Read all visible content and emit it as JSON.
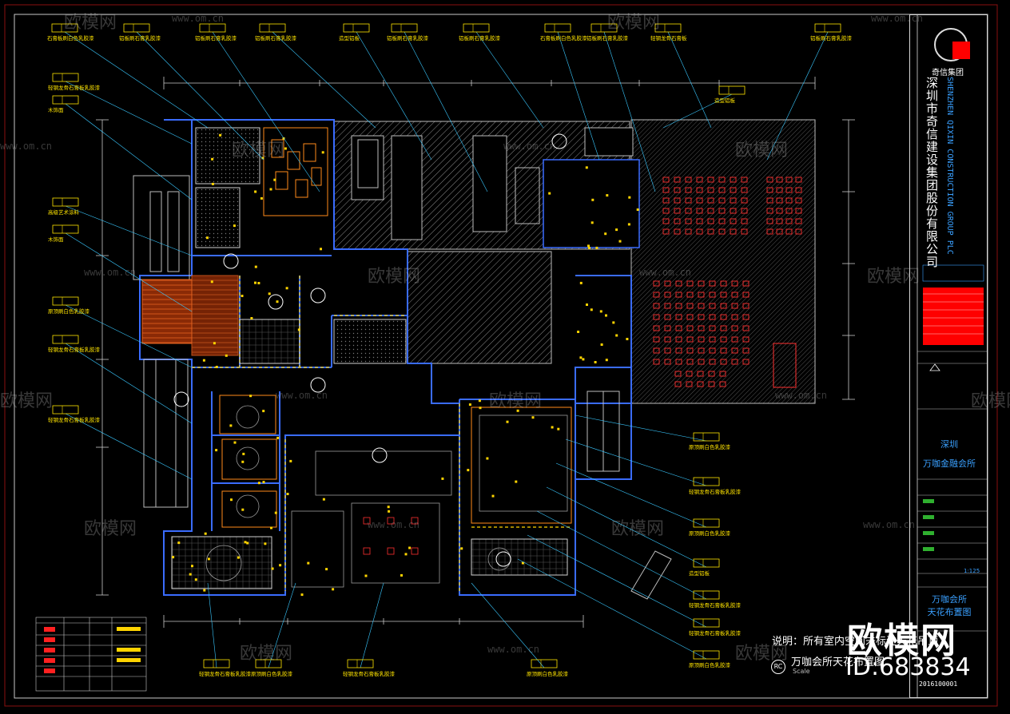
{
  "titleblock": {
    "logo_name": "奇信集团",
    "company_cn": "深圳市奇信建设集团股份有限公司",
    "company_en": "SHENZHEN QIXIN CONSTRUCTION GROUP PLC",
    "project_city": "深圳",
    "project_name": "万咖金融会所",
    "drawing_title": "万咖会所天花布置图",
    "drawing_title_short": "万咖会所",
    "drawing_title_short2": "天花布置图",
    "scale": "1:125",
    "drawing_no": "2016100001"
  },
  "drawing": {
    "note": "说明：所有室内空间未标注天花吊顶",
    "title": "万咖会所天花布置图",
    "scale_label": "Scale",
    "rc_mark": "RC"
  },
  "annotations": {
    "left": [
      "轻钢龙骨石膏板乳胶漆",
      "木饰面",
      "高级艺术涂料",
      "木饰面",
      "原顶刷白色乳胶漆",
      "轻钢龙骨石膏板乳胶漆",
      "轻钢龙骨石膏板乳胶漆"
    ],
    "top": [
      "石膏板刷白色乳胶漆",
      "铝板刷石膏乳胶漆",
      "铝板刷石膏乳胶漆",
      "铝板刷石膏乳胶漆",
      "造型铝板",
      "铝板刷石膏乳胶漆",
      "铝板刷石膏乳胶漆",
      "石膏板刷白色乳胶漆",
      "铝板刷石膏乳胶漆",
      "轻钢龙骨石膏板",
      "铝板刷石膏乳胶漆"
    ],
    "right": [
      "原顶刷白色乳胶漆",
      "轻钢龙骨石膏板乳胶漆",
      "原顶刷白色乳胶漆",
      "造型铝板",
      "轻钢龙骨石膏板乳胶漆",
      "轻钢龙骨石膏板乳胶漆",
      "原顶刷白色乳胶漆"
    ],
    "bottom": [
      "轻钢龙骨石膏板乳胶漆",
      "原顶刷白色乳胶漆",
      "轻钢龙骨石膏板乳胶漆",
      "原顶刷白色乳胶漆"
    ]
  },
  "watermark": {
    "text": "欧模网",
    "url": "www.om.cn"
  },
  "brand": {
    "name": "欧模网",
    "id": "ID:683834"
  },
  "colors": {
    "background": "#000000",
    "wall": "#3a6cff",
    "hatch": "#9a9a9a",
    "furniture": "#ff3030",
    "fixture": "#ffd400",
    "leader": "#39c8ff",
    "label": "#ffe400",
    "wood": "#c0380a",
    "titleblock_red": "#ff0000",
    "text": "#ffffff"
  }
}
